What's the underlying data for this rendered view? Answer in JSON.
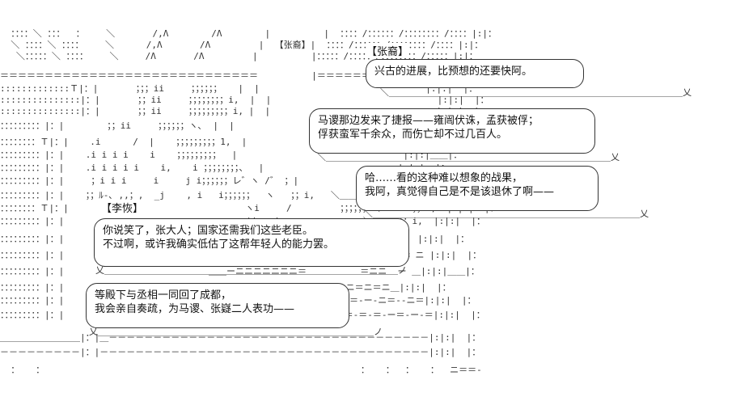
{
  "art_rows": [
    "  ：：：：＼ ：：：  ：    ＼       /,Λ        /Λ        |          |  ：：：：/：：：：：：/：：：：：：：：/：：：：|:|：",
    "  ＼ ：：：：＼ ：：：：    ＼      /,Λ       /Λ         |  【张裔】|  ：：：：/：：：：：：/：：：：：：：：/：：：：|:|：",
    "   ＼：：：：：＼ ：：：：    ＼     /Λ       /Λ         |          |：：：：：/：：：：：/：：：：：：：：/：：：：：|:|：",
    "＝＝＝＝＝＝＝＝＝＝＝＝＝＝＝＝＝＝＝＝＝＝＝＝＝＝＝＝＝          |＝＝＝＝＝＝＝＝＝＝＝＝＝＝＝＝＝＝＝＝＝＝＝＝＝",
    ":::::::::::::Ｔ|：|       ；；；ii     ；；；；；；   |  |                               |:|:|  |：",
    ":::::::::::::::|：|       ；；ii     ；；；；；；；；i,  |  |                               |:|:|  |：",
    ":::::::::::::::|：|       ；；ii     ；；；；；；；；；i, |  |                               |:|:|  |：",
    "：：：：：：：：：|：|        ；；ii     ；；；；；；ヽ､  |  |                               |:|:|  |：",
    "：：：：：：：：Ｔ|：|    .i      /  |    ；；；；；；；；；1,  |                               |:|:|  |：",
    "：：：：：：：：：|：|    .i i i i    i    ；；；；；；；；；  |                               |:|:|＿＿|：",
    "：：：：：：：：：|：|    .i i i i i    i,    i ；；；；；；；；、  |                         |:|:|  |：",
    "：：：：：：：：：|：|     ；i i i     i     j i；；；；；；レ゛ヽ /゛ ；|                         |:|:|  |：",
    "：：：：：：：：：|：|    ；；ﾙ-､ ,,；,  _j    , i   i；；；；；；  ヽ   ；；i,   ＼＿＿  |:|:|＿＿|：",
    "：：：：：：：：Ｔ|：|                                 ヽi     /         ；；；；；；＼      ；；i,  |:|:|  |：",
    "：：：：：：：：：|：|                                  |i   /          ；；；；；；＼     ；；i,  |:|:|  |：",
    "：：：：：：：：：|：|                                  ;;; V          ；；；；；；＼  ；；i,   |:|:|  |：",
    "：：：：：：：：：|：|                                  /^ ＿＿＿＿＿＿＿＿＿＿＿＿＿＿＿＝≡ ニ |:|:|  |：",
    "：：：：：：：：：|：|                           ＿＿ーニニニニニニニ＝          ＝ニニ  ー ＿|:|:|＿＿|：",
    "：：：：：：：：：|：|                           -＝ニニニ＝        ＝ニニニニニ＝ニ＝ニ＿|:|:|  |：",
    "：：：：：：：：：|：|                           ニ＝ニ＝ニ＝ニ＝        ニ＝ニ＝-ー-ニ＝--ニ＝|:|:|  |：",
    "：：：：：：：：：|：|                           ,-＝-＝-＝-,＝-         ＝-＝-＝-＝-ー＝-ー-＝|:|:|  |：",
    "＿＿＿＿＿＿＿＿＿|：|＿－－－－－－－－－－－－－－－－－－－－－－－－－－－－－－－－－－－－|:|:|  |：",
    "－－－－－－－－－|：|－－－－－－－－－－－－－－－－－－－－－－－－－－－－－－－－－－－－－|:|:|  |：",
    "  ：   ：                                                           ：   ：  ：   ：  ニ＝＝-"
  ],
  "bubbles": [
    {
      "id": "zhangyi-bubble",
      "lines": [
        "兴古的进展，比预想的还要快阿。"
      ],
      "tail": "＼＿＿＿＿＿＿＿＿＿＿＿＿＿＿＿＿＿＿＿＿＿＿＿＿＿＿＿＿＿＿＿＿＿乂"
    },
    {
      "id": "report-bubble",
      "lines": [
        "马谡那边发来了捷报——雍闿伏诛，孟获被俘；",
        "俘获蛮军千余众，而伤亡却不过几百人。"
      ],
      "tail": "＼＿＿＿＿＿＿＿＿＿＿＿＿＿＿＿＿＿＿＿＿＿＿＿＿＿＿＿＿＿＿＿＿乂"
    },
    {
      "id": "retire-bubble",
      "lines": [
        "哈……看的这种难以想象的战果，",
        "我阿，真觉得自己是不是该退休了啊——"
      ],
      "tail": "＼＿＿＿＿＿＿＿＿＿＿＿＿＿＿＿＿＿＿＿＿＿＿＿＿＿＿＿＿＿＿乂"
    },
    {
      "id": "liyan-bubble",
      "lines": [
        "你说笑了，张大人；国家还需我们这些老臣。",
        "不过啊，或许我确实低估了这帮年轻人的能力罢。"
      ],
      "tail": "乂＿＿＿＿＿＿＿＿＿＿＿＿＿＿＿＿＿＿＿＿＿＿＿＿＿＿＿＿＿＿＿＿＿ノ"
    },
    {
      "id": "memorial-bubble",
      "lines": [
        "等殿下与丞相一同回了成都，",
        "我会亲自奏疏，为马谡、张嶷二人表功——"
      ],
      "tail": "乂＿＿＿＿＿＿＿＿＿＿＿＿＿＿＿＿＿＿＿＿＿＿＿＿＿＿＿＿＿＿＿ノ"
    }
  ],
  "speakers": [
    {
      "id": "zhangyi",
      "label": "【张裔】"
    },
    {
      "id": "liyan",
      "label": "【李恢】"
    }
  ]
}
